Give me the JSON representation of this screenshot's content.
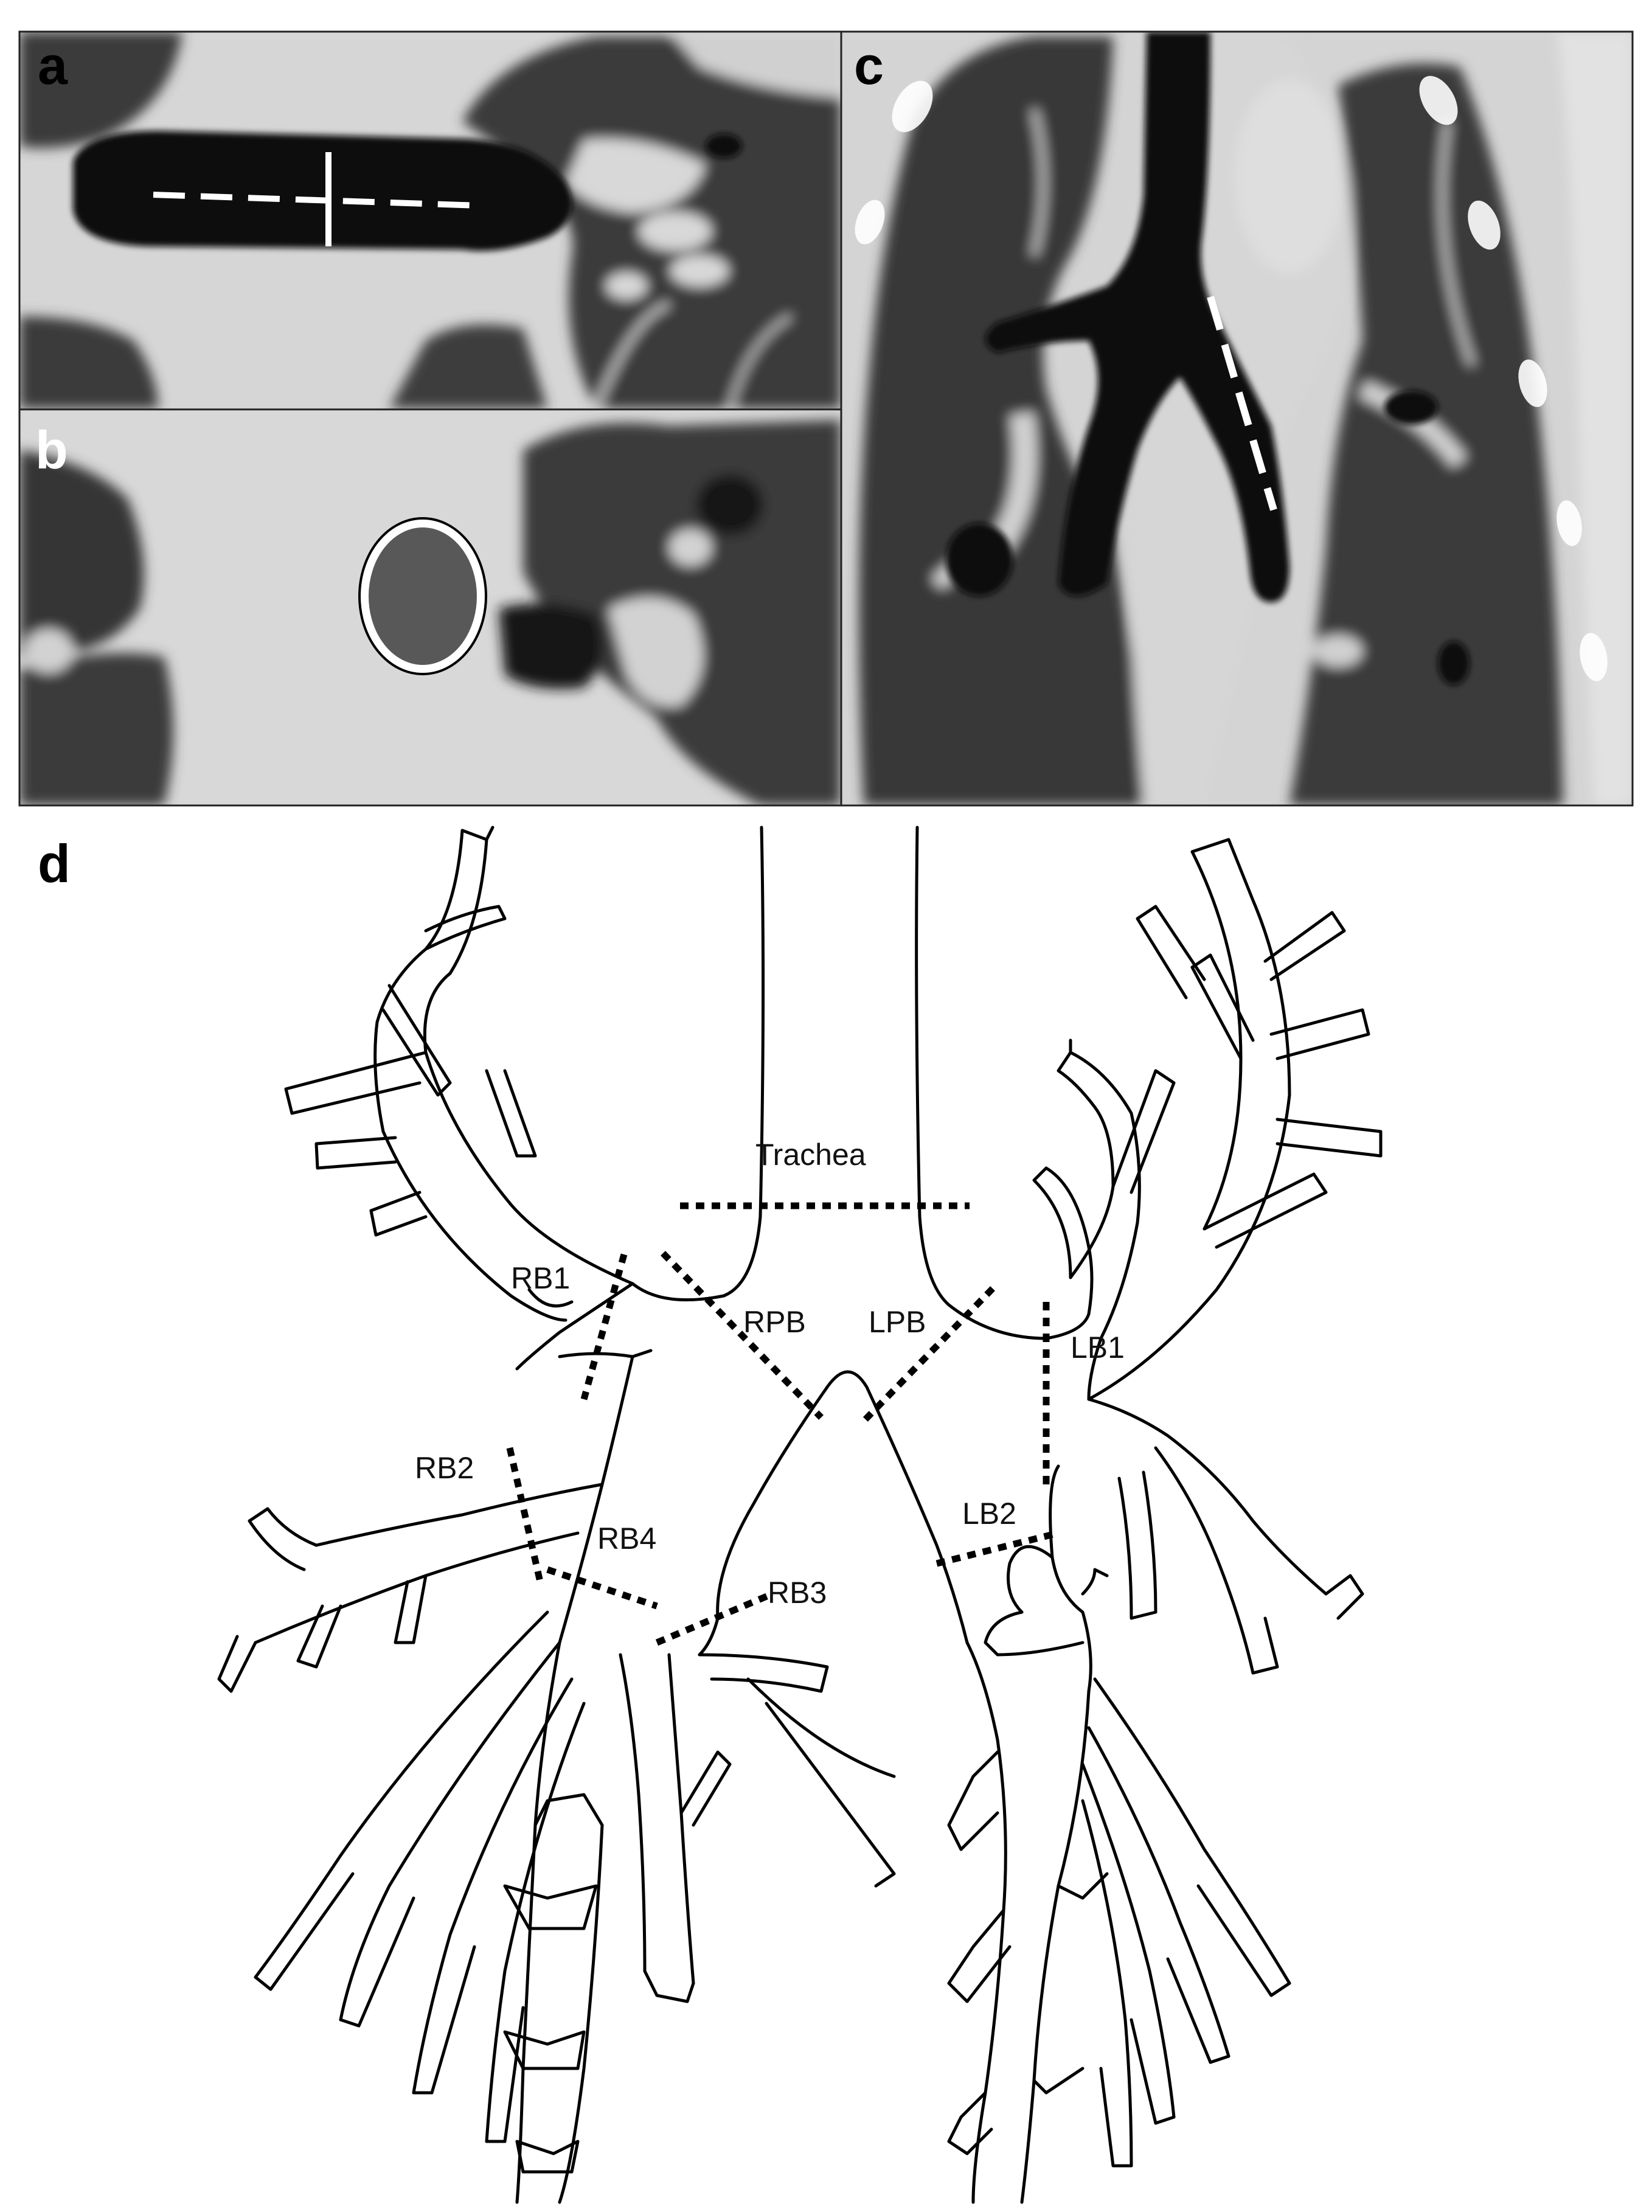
{
  "panels": {
    "a": {
      "letter": "a"
    },
    "b": {
      "letter": "b"
    },
    "c": {
      "letter": "c"
    },
    "d": {
      "letter": "d"
    }
  },
  "diagram": {
    "labels": {
      "trachea": "Trachea",
      "rpb": "RPB",
      "lpb": "LPB",
      "rb1": "RB1",
      "rb2": "RB2",
      "rb3": "RB3",
      "rb4": "RB4",
      "lb1": "LB1",
      "lb2": "LB2"
    }
  },
  "colors": {
    "lung": "#3a3a3a",
    "soft_tissue": "#dcdcdc",
    "airway": "#0f0f0f",
    "marker": "#ffffff",
    "outline": "#000000"
  }
}
